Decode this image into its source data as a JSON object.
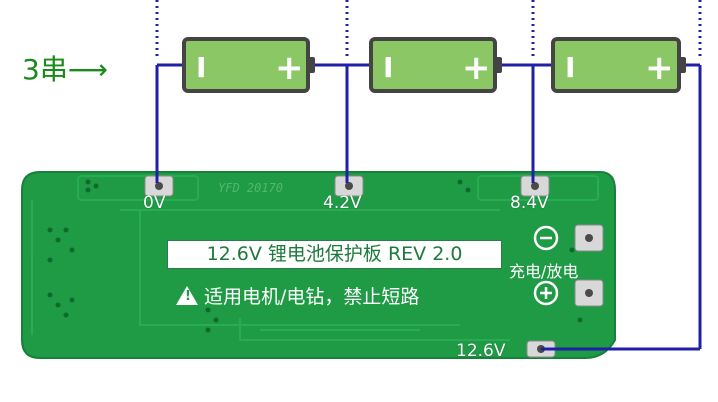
{
  "series_label": "3串",
  "arrow": "⟶",
  "tap_labels": [
    "0V",
    "4.2V",
    "8.4V",
    "12.6V"
  ],
  "board": {
    "title": "12.6V 锂电池保护板 REV 2.0",
    "warning": "适用电机/电钻，禁止短路",
    "charge_discharge": "充电/放电",
    "silk_code": "YFD 20170"
  },
  "battery": {
    "minus": "I",
    "plus": "+"
  },
  "colors": {
    "wire": "#1f1fa8",
    "battery_body": "#8cc765",
    "battery_border": "#444444",
    "pcb": "#1f9a45",
    "label_green": "#1a8a1a"
  }
}
